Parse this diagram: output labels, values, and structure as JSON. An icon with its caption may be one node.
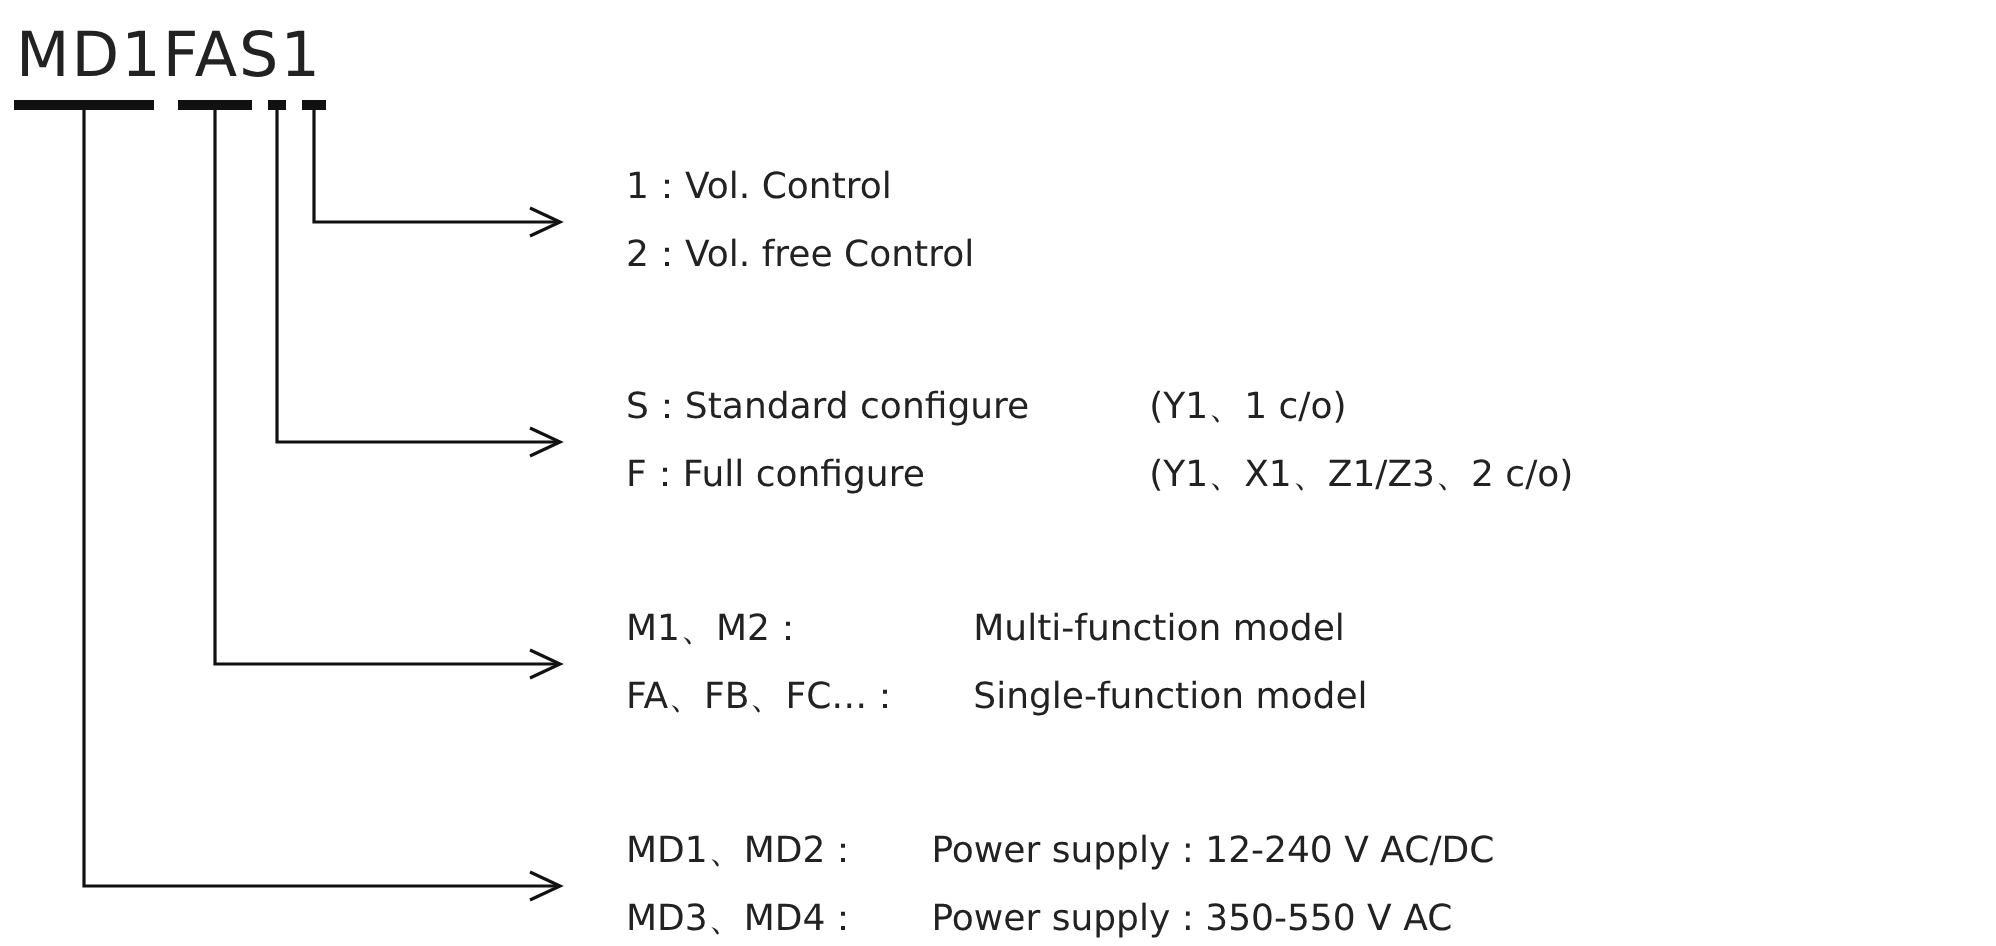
{
  "diagram": {
    "title": "MD1FAS1",
    "nodes": [
      {
        "text": [],
        "shape": "bar"
      },
      {
        "text": [],
        "shape": "bar"
      },
      {
        "text": [],
        "shape": "bar"
      },
      {
        "text": [],
        "shape": "bar"
      },
      {
        "text": [
          "1：Vol. Control",
          "2：Vol. free Control"
        ]
      },
      {
        "text": [
          "S：Standard configure",
          "(Y1、1 c/o)",
          "F：Full configure",
          "(Y1、X1、Z1/Z3、2 c/o)"
        ]
      },
      {
        "text": [
          "M1、M2：",
          "Multi-function model",
          "FA、FB、FC…：",
          "Single-function model"
        ]
      },
      {
        "text": [
          "MD1、MD2：",
          "Power supply : 12-240 V AC/DC",
          "MD3、MD4：",
          "Power supply : 350-550 V AC"
        ]
      }
    ],
    "edges": [
      {
        "from": 3,
        "to": 4,
        "arrow": "to"
      },
      {
        "from": 2,
        "to": 5,
        "arrow": "to"
      },
      {
        "from": 1,
        "to": 6,
        "arrow": "to"
      },
      {
        "from": 0,
        "to": 7,
        "arrow": "to"
      }
    ]
  }
}
